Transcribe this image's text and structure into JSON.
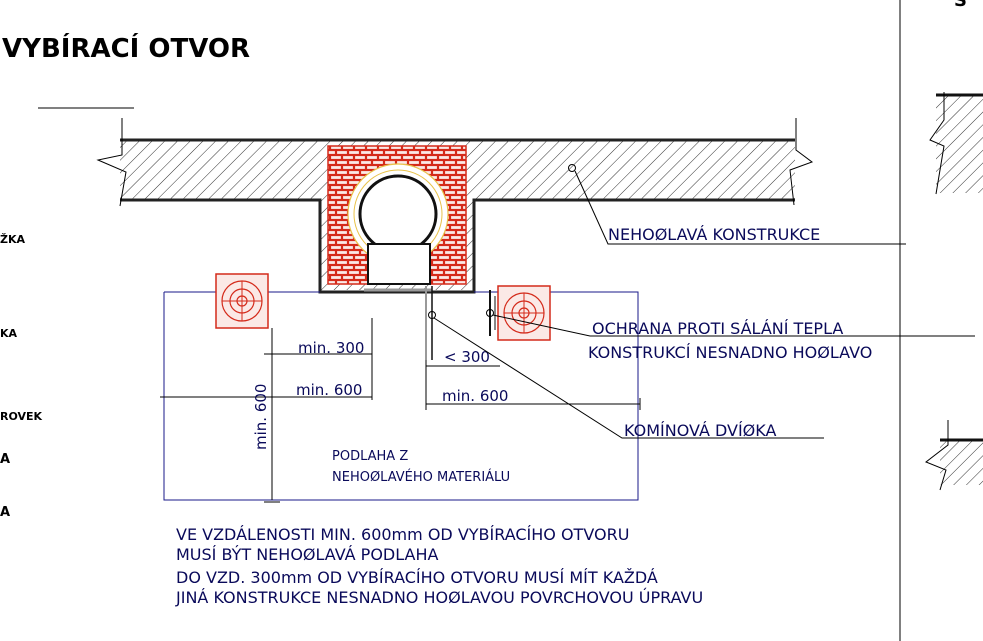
{
  "title": "VYBÍRACÍ OTVOR",
  "top_right_label": "S",
  "left_edge_labels": [
    "ŽKA",
    "KA",
    "ROVEK",
    "A",
    "A"
  ],
  "labels": {
    "noncombustible_construction": "NEHOØLAVÁ KONSTRUKCE",
    "heat_protection_line1": "OCHRANA PROTI SÁLÁNÍ TEPLA",
    "heat_protection_line2": "KONSTRUKCÍ NESNADNO HOØLAVO",
    "chimney_door": "KOMÍNOVÁ DVÍØKA",
    "floor_line1": "PODLAHA Z",
    "floor_line2": "NEHOØLAVÉHO MATERIÁLU"
  },
  "dimensions": {
    "min300": "min. 300",
    "min600_left": "min. 600",
    "lt300": "< 300",
    "min600_right": "min. 600",
    "min600_vertical": "min. 600"
  },
  "notes": [
    "VE VZDÁLENOSTI MIN. 600mm OD VYBÍRACÍHO OTVORU",
    "MUSÍ BÝT NEHOØLAVÁ PODLAHA",
    "DO VZD. 300mm OD VYBÍRACÍHO OTVORU MUSÍ MÍT KAŽDÁ",
    "JINÁ KONSTRUKCE NESNADNO HOØLAVOU POVRCHOVOU ÚPRAVU"
  ],
  "colors": {
    "ink": "#0a0a5a",
    "brick": "#d42a1a",
    "flue_ring": "#e8c24a",
    "hatch": "#333333",
    "boundary": "#1a1a8a"
  }
}
